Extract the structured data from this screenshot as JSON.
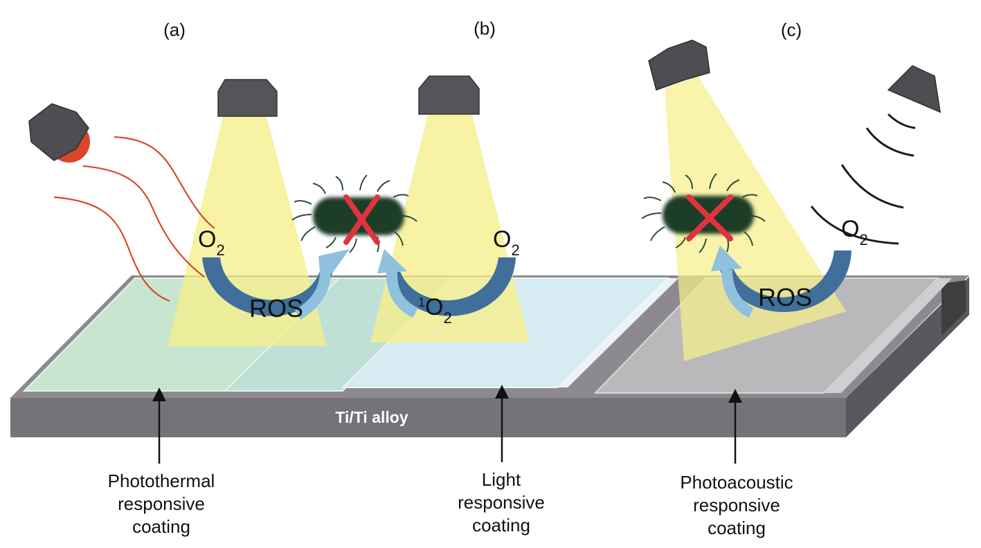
{
  "panels": {
    "a": {
      "label": "(a)",
      "o2": "O",
      "o2_sub": "2",
      "ros": "ROS",
      "caption": [
        "Photothermal",
        "responsive",
        "coating"
      ]
    },
    "b": {
      "label": "(b)",
      "o2": "O",
      "o2_sub": "2",
      "singlet_sup": "1",
      "singlet": "O",
      "singlet_sub": "2",
      "caption": [
        "Light",
        "responsive",
        "coating"
      ]
    },
    "c": {
      "label": "(c)",
      "o2": "O",
      "o2_sub": "2",
      "ros": "ROS",
      "caption": [
        "Photoacoustic",
        "responsive",
        "coating"
      ]
    }
  },
  "substrate": {
    "label": "Ti/Ti alloy"
  },
  "colors": {
    "light_beam": "#f6ee8a",
    "arrow_dark": "#3f6f9a",
    "arrow_light": "#8fc0de",
    "bacteria": "#1f3d26",
    "cross": "#e0333f",
    "heat_wave": "#d9472b",
    "lamp": "#555559",
    "substrate": "#6e6a6d",
    "coating_green": "#c7e6cf",
    "coating_blue": "#d6ebf2",
    "coating_gray": "#b9b9bb"
  },
  "icons": [
    "nir-lamp-icon",
    "light-lamp-icon",
    "ultrasound-emitter-icon",
    "bacterium-icon",
    "cross-icon",
    "sound-wave-icon"
  ]
}
